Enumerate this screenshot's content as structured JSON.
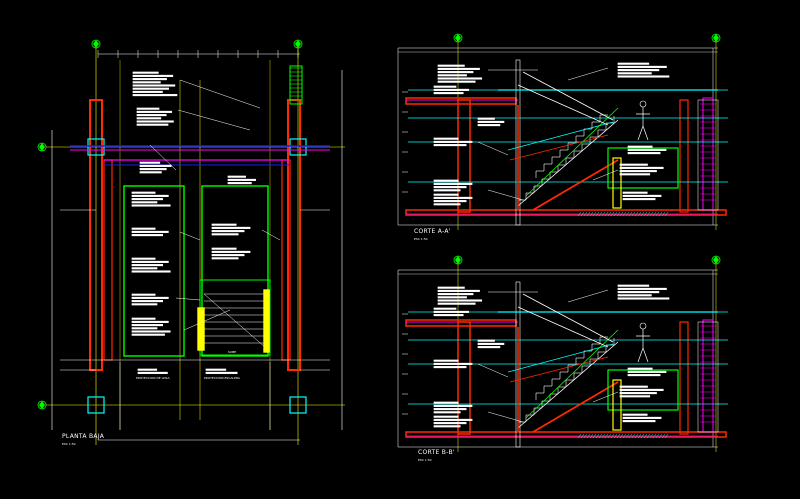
{
  "drawing": {
    "background": "#000000",
    "colors": {
      "white": "#ffffff",
      "yellow": "#ffff00",
      "red": "#ff2a00",
      "green": "#00ff00",
      "cyan": "#00ffff",
      "magenta": "#ff00ff",
      "blue": "#1a1aff",
      "lightgreen": "#7cff7c",
      "grey": "#9a9a9a"
    }
  },
  "views": {
    "plan": {
      "title": "PLANTA BAJA",
      "scale": "ESC 1:50"
    },
    "section_a": {
      "title": "CORTE A-A'",
      "scale": "ESC 1:50"
    },
    "section_b": {
      "title": "CORTE B-B'",
      "scale": "ESC 1:50"
    }
  },
  "plan_labels": {
    "stair": "SUBE",
    "bottom_left": "PROYECCION DE LOSA",
    "bottom_center": "PROYECCION ESCALERA"
  }
}
